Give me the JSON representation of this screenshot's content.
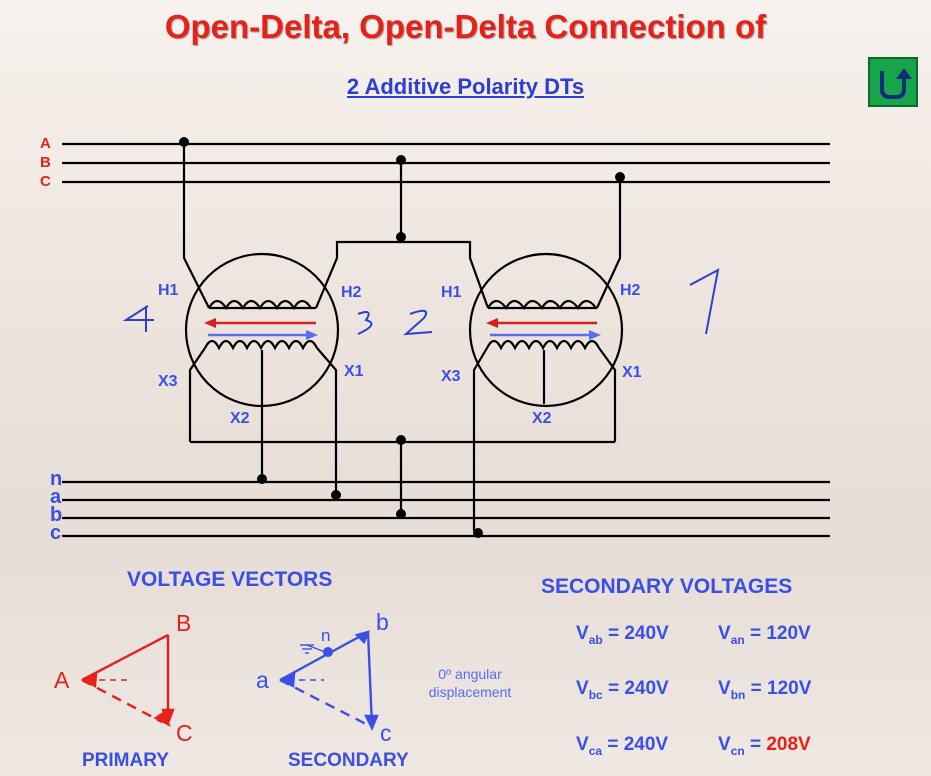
{
  "title": "Open-Delta, Open-Delta Connection of",
  "subtitle": "2 Additive Polarity DTs",
  "nav": {
    "back_icon": "u-turn-arrow-icon"
  },
  "primary_lines": [
    "A",
    "B",
    "C"
  ],
  "secondary_lines": [
    "n",
    "a",
    "b",
    "c"
  ],
  "transformer_left": {
    "h1": "H1",
    "h2": "H2",
    "x1": "X1",
    "x2": "X2",
    "x3": "X3"
  },
  "transformer_right": {
    "h1": "H1",
    "h2": "H2",
    "x1": "X1",
    "x2": "X2",
    "x3": "X3"
  },
  "handwritten": [
    "4",
    "3",
    "2",
    "1"
  ],
  "vectors": {
    "heading": "VOLTAGE VECTORS",
    "primary_label": "PRIMARY",
    "secondary_label": "SECONDARY",
    "primary_points": {
      "a": "A",
      "b": "B",
      "c": "C"
    },
    "secondary_points": {
      "a": "a",
      "b": "b",
      "c": "c",
      "n": "n"
    },
    "note_line1": "0º angular",
    "note_line2": "displacement"
  },
  "secondary_voltages": {
    "heading": "SECONDARY VOLTAGES",
    "rows": [
      {
        "l1": "V",
        "s1": "ab",
        "v1": "= 240V",
        "l2": "V",
        "s2": "an",
        "v2": "= 120V"
      },
      {
        "l1": "V",
        "s1": "bc",
        "v1": "= 240V",
        "l2": "V",
        "s2": "bn",
        "v2": "= 120V"
      },
      {
        "l1": "V",
        "s1": "ca",
        "v1": "= 240V",
        "l2": "V",
        "s2": "cn",
        "v2_prefix": "= ",
        "v2_highlight": "208V"
      }
    ]
  },
  "colors": {
    "title": "#e8201a",
    "blue": "#3b4fe6",
    "button": "#17a54a"
  }
}
